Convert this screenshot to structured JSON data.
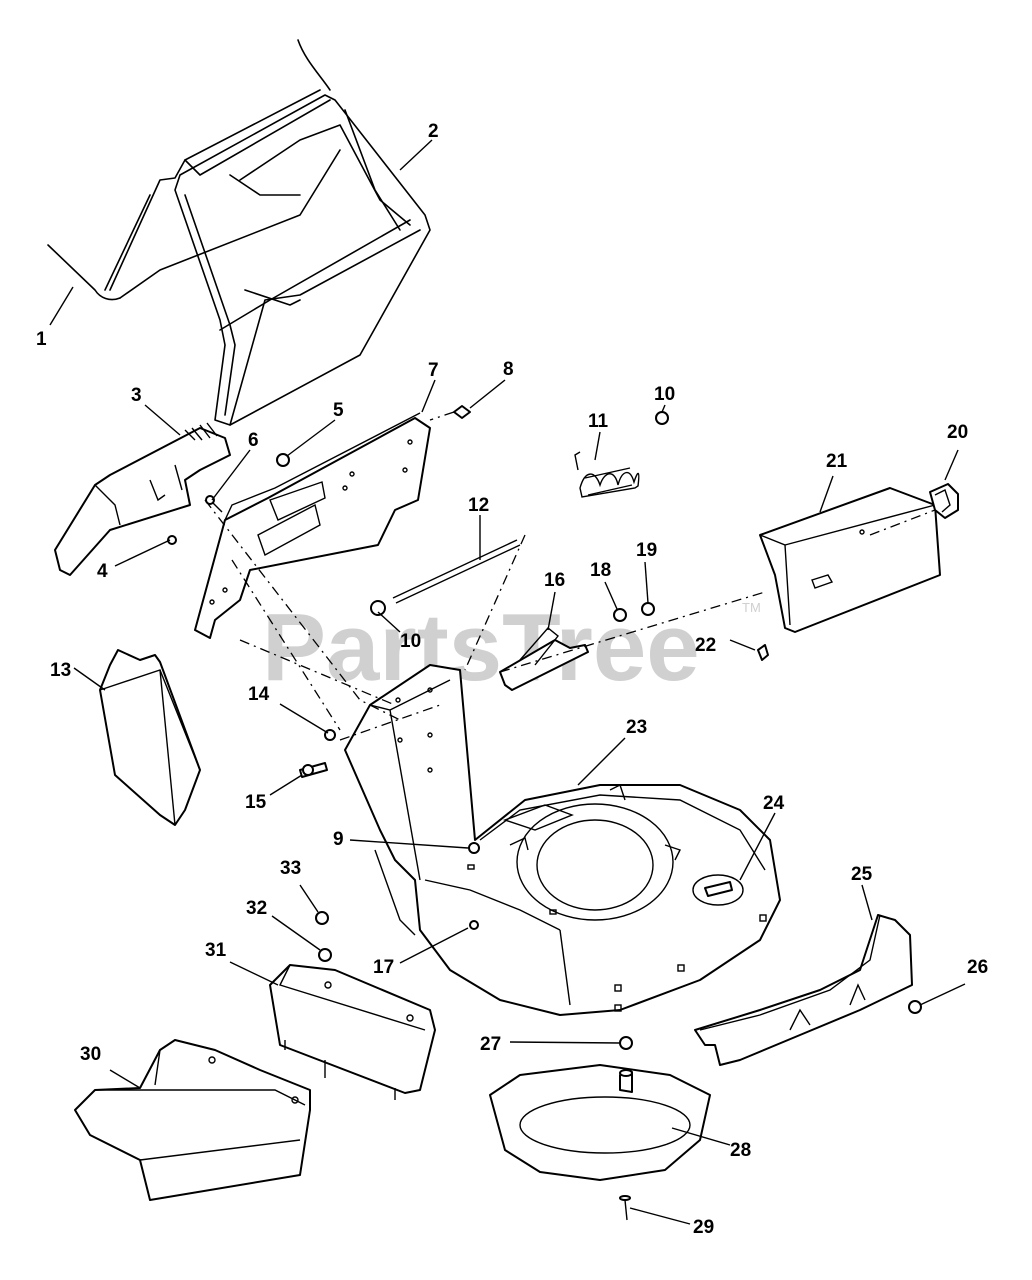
{
  "watermark": {
    "text": "PartsTree",
    "trademark": "TM"
  },
  "callouts": [
    {
      "id": "1",
      "text": "1"
    },
    {
      "id": "2",
      "text": "2"
    },
    {
      "id": "3",
      "text": "3"
    },
    {
      "id": "4",
      "text": "4"
    },
    {
      "id": "5",
      "text": "5"
    },
    {
      "id": "6",
      "text": "6"
    },
    {
      "id": "7",
      "text": "7"
    },
    {
      "id": "8",
      "text": "8"
    },
    {
      "id": "9",
      "text": "9"
    },
    {
      "id": "10a",
      "text": "10"
    },
    {
      "id": "10b",
      "text": "10"
    },
    {
      "id": "11",
      "text": "11"
    },
    {
      "id": "12",
      "text": "12"
    },
    {
      "id": "13",
      "text": "13"
    },
    {
      "id": "14",
      "text": "14"
    },
    {
      "id": "15",
      "text": "15"
    },
    {
      "id": "16",
      "text": "16"
    },
    {
      "id": "17",
      "text": "17"
    },
    {
      "id": "18",
      "text": "18"
    },
    {
      "id": "19",
      "text": "19"
    },
    {
      "id": "20",
      "text": "20"
    },
    {
      "id": "21",
      "text": "21"
    },
    {
      "id": "22",
      "text": "22"
    },
    {
      "id": "23",
      "text": "23"
    },
    {
      "id": "24",
      "text": "24"
    },
    {
      "id": "25",
      "text": "25"
    },
    {
      "id": "26",
      "text": "26"
    },
    {
      "id": "27",
      "text": "27"
    },
    {
      "id": "28",
      "text": "28"
    },
    {
      "id": "29",
      "text": "29"
    },
    {
      "id": "30",
      "text": "30"
    },
    {
      "id": "31",
      "text": "31"
    },
    {
      "id": "32",
      "text": "32"
    },
    {
      "id": "33",
      "text": "33"
    }
  ]
}
